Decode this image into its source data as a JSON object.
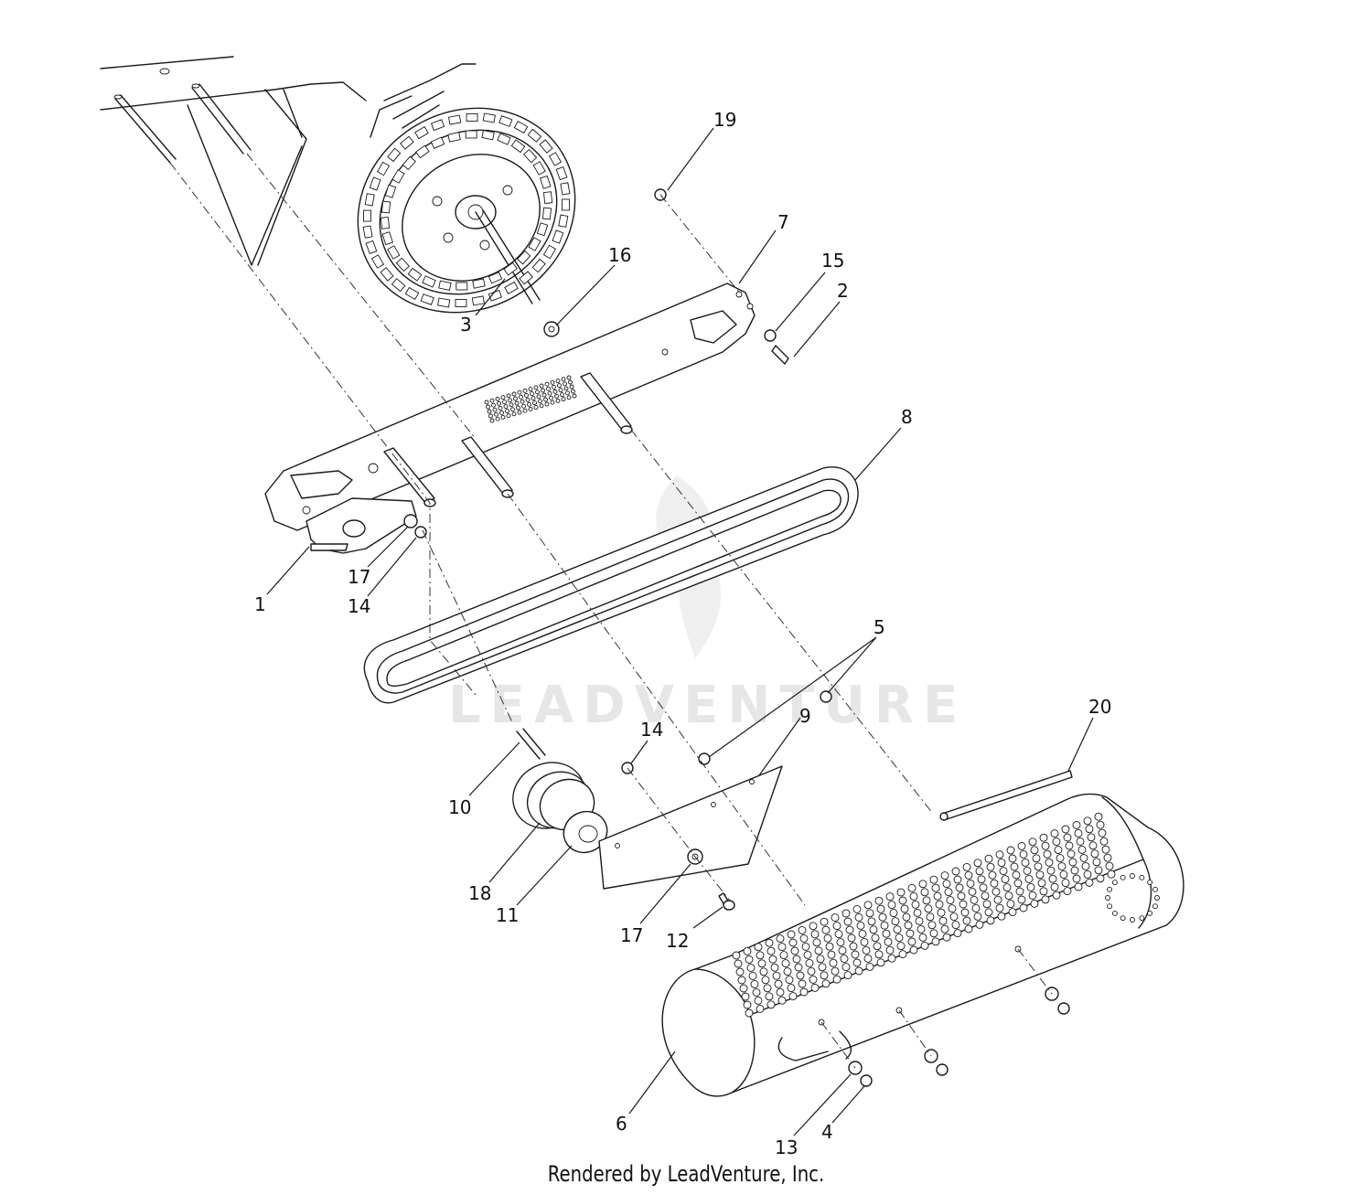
{
  "diagram": {
    "watermark": "LEADVENTURE",
    "credit": "Rendered by LeadVenture, Inc.",
    "callouts": [
      {
        "id": "c19",
        "label": "19"
      },
      {
        "id": "c7",
        "label": "7"
      },
      {
        "id": "c16",
        "label": "16"
      },
      {
        "id": "c15",
        "label": "15"
      },
      {
        "id": "c2",
        "label": "2"
      },
      {
        "id": "c3",
        "label": "3"
      },
      {
        "id": "c8",
        "label": "8"
      },
      {
        "id": "c1",
        "label": "1"
      },
      {
        "id": "c17a",
        "label": "17"
      },
      {
        "id": "c14a",
        "label": "14"
      },
      {
        "id": "c5",
        "label": "5"
      },
      {
        "id": "c20",
        "label": "20"
      },
      {
        "id": "c14b",
        "label": "14"
      },
      {
        "id": "c9",
        "label": "9"
      },
      {
        "id": "c10",
        "label": "10"
      },
      {
        "id": "c18",
        "label": "18"
      },
      {
        "id": "c11",
        "label": "11"
      },
      {
        "id": "c17b",
        "label": "17"
      },
      {
        "id": "c12",
        "label": "12"
      },
      {
        "id": "c6",
        "label": "6"
      },
      {
        "id": "c13",
        "label": "13"
      },
      {
        "id": "c4",
        "label": "4"
      }
    ]
  }
}
